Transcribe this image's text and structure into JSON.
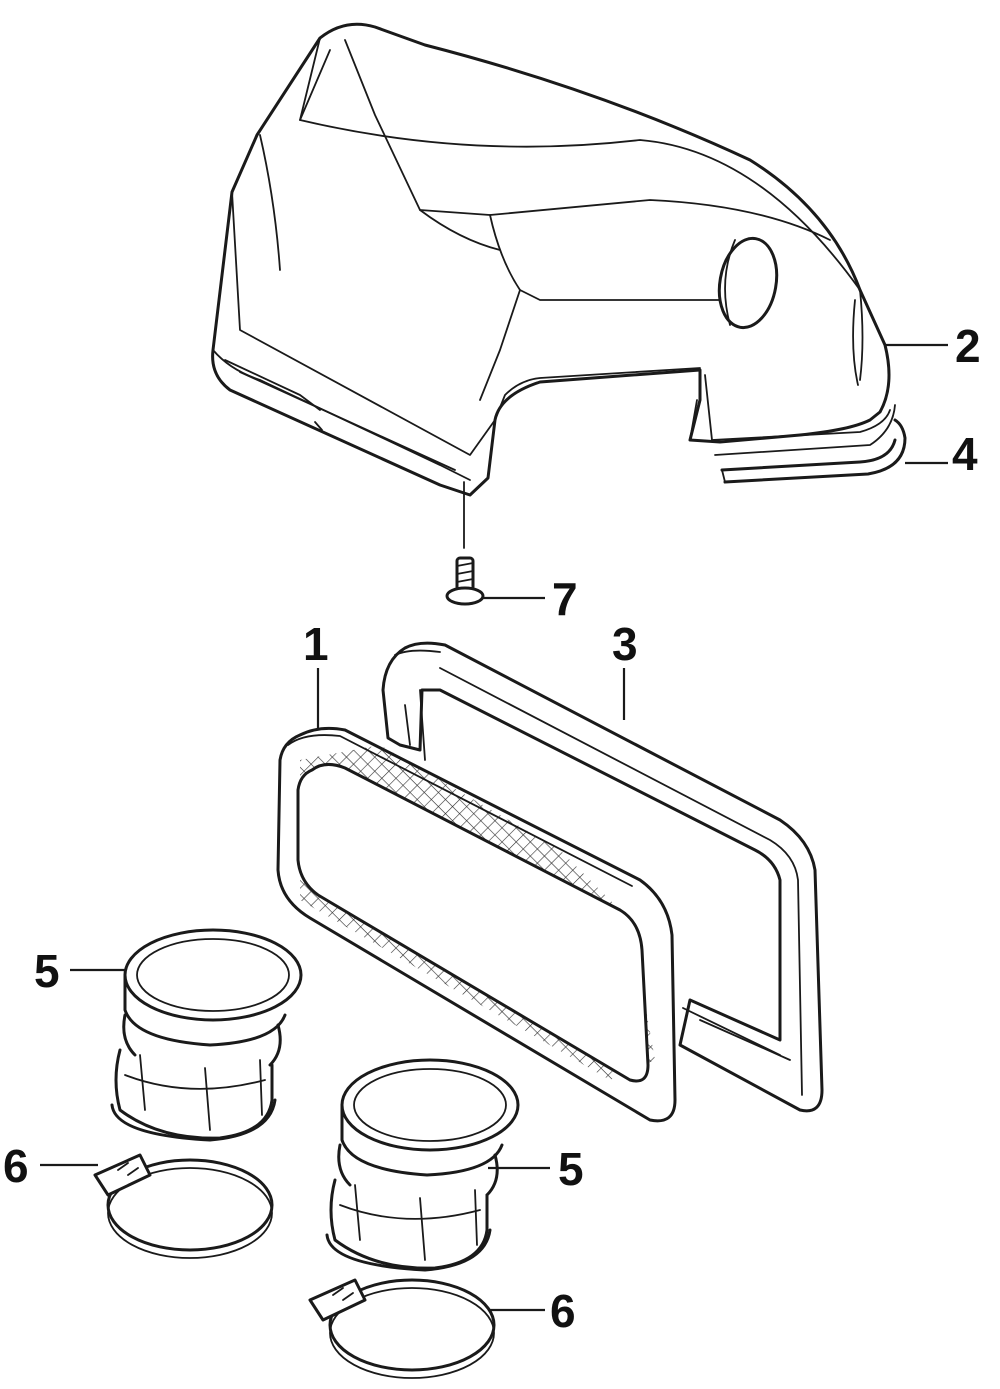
{
  "diagram": {
    "callouts": [
      {
        "id": "c2",
        "label": "2"
      },
      {
        "id": "c4",
        "label": "4"
      },
      {
        "id": "c7",
        "label": "7"
      },
      {
        "id": "c1",
        "label": "1"
      },
      {
        "id": "c3",
        "label": "3"
      },
      {
        "id": "c5a",
        "label": "5"
      },
      {
        "id": "c6a",
        "label": "6"
      },
      {
        "id": "c5b",
        "label": "5"
      },
      {
        "id": "c6b",
        "label": "6"
      }
    ],
    "colors": {
      "line": "#1a1a1a",
      "background": "#ffffff"
    }
  }
}
